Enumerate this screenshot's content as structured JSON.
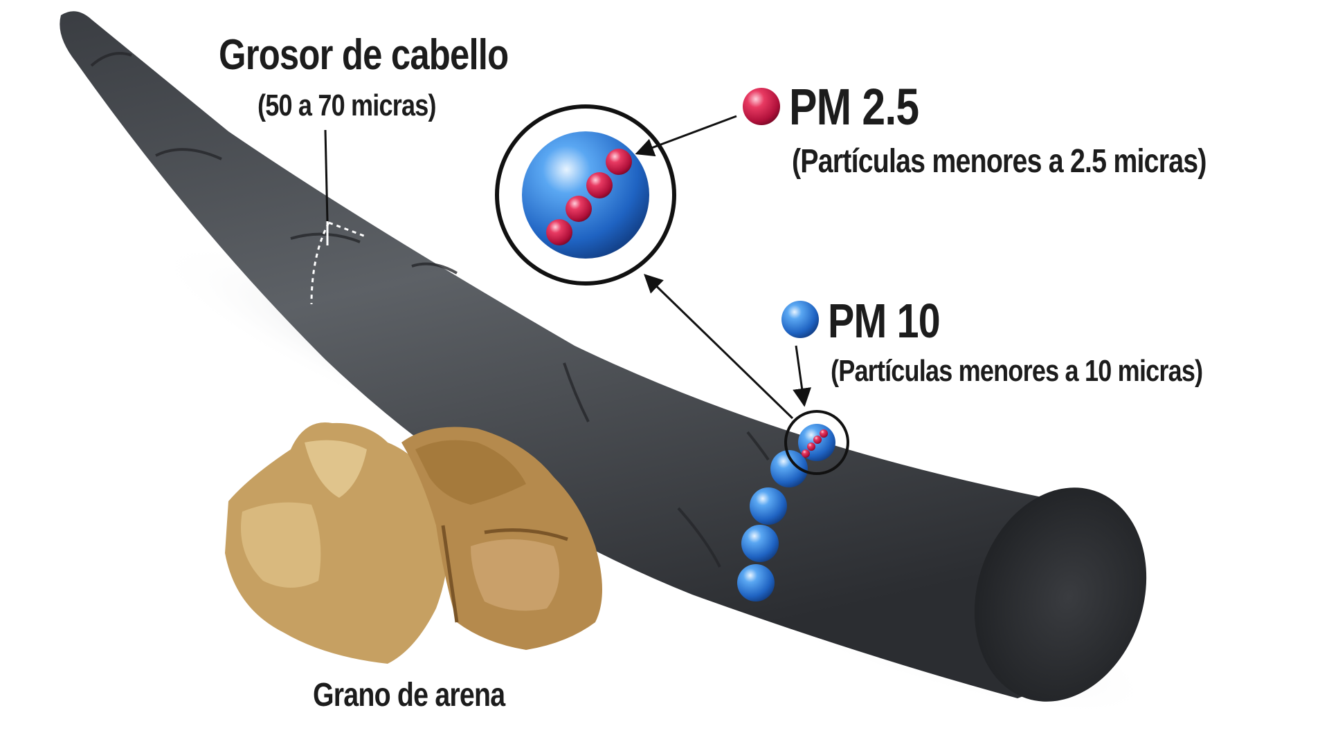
{
  "hair": {
    "title": "Grosor de cabello",
    "subtitle": "(50 a 70 micras)"
  },
  "pm25": {
    "title": "PM 2.5",
    "subtitle": "(Partículas menores a 2.5 micras)"
  },
  "pm10": {
    "title": "PM 10",
    "subtitle": "(Partículas menores a 10 micras)"
  },
  "sand": {
    "title": "Grano de arena"
  },
  "colors": {
    "background": "#ffffff",
    "hair": "#4a4d52",
    "pm25": "#d8204a",
    "pm10": "#2e7fd6",
    "sand": "#c49a5a",
    "text": "#1c1c1c"
  }
}
